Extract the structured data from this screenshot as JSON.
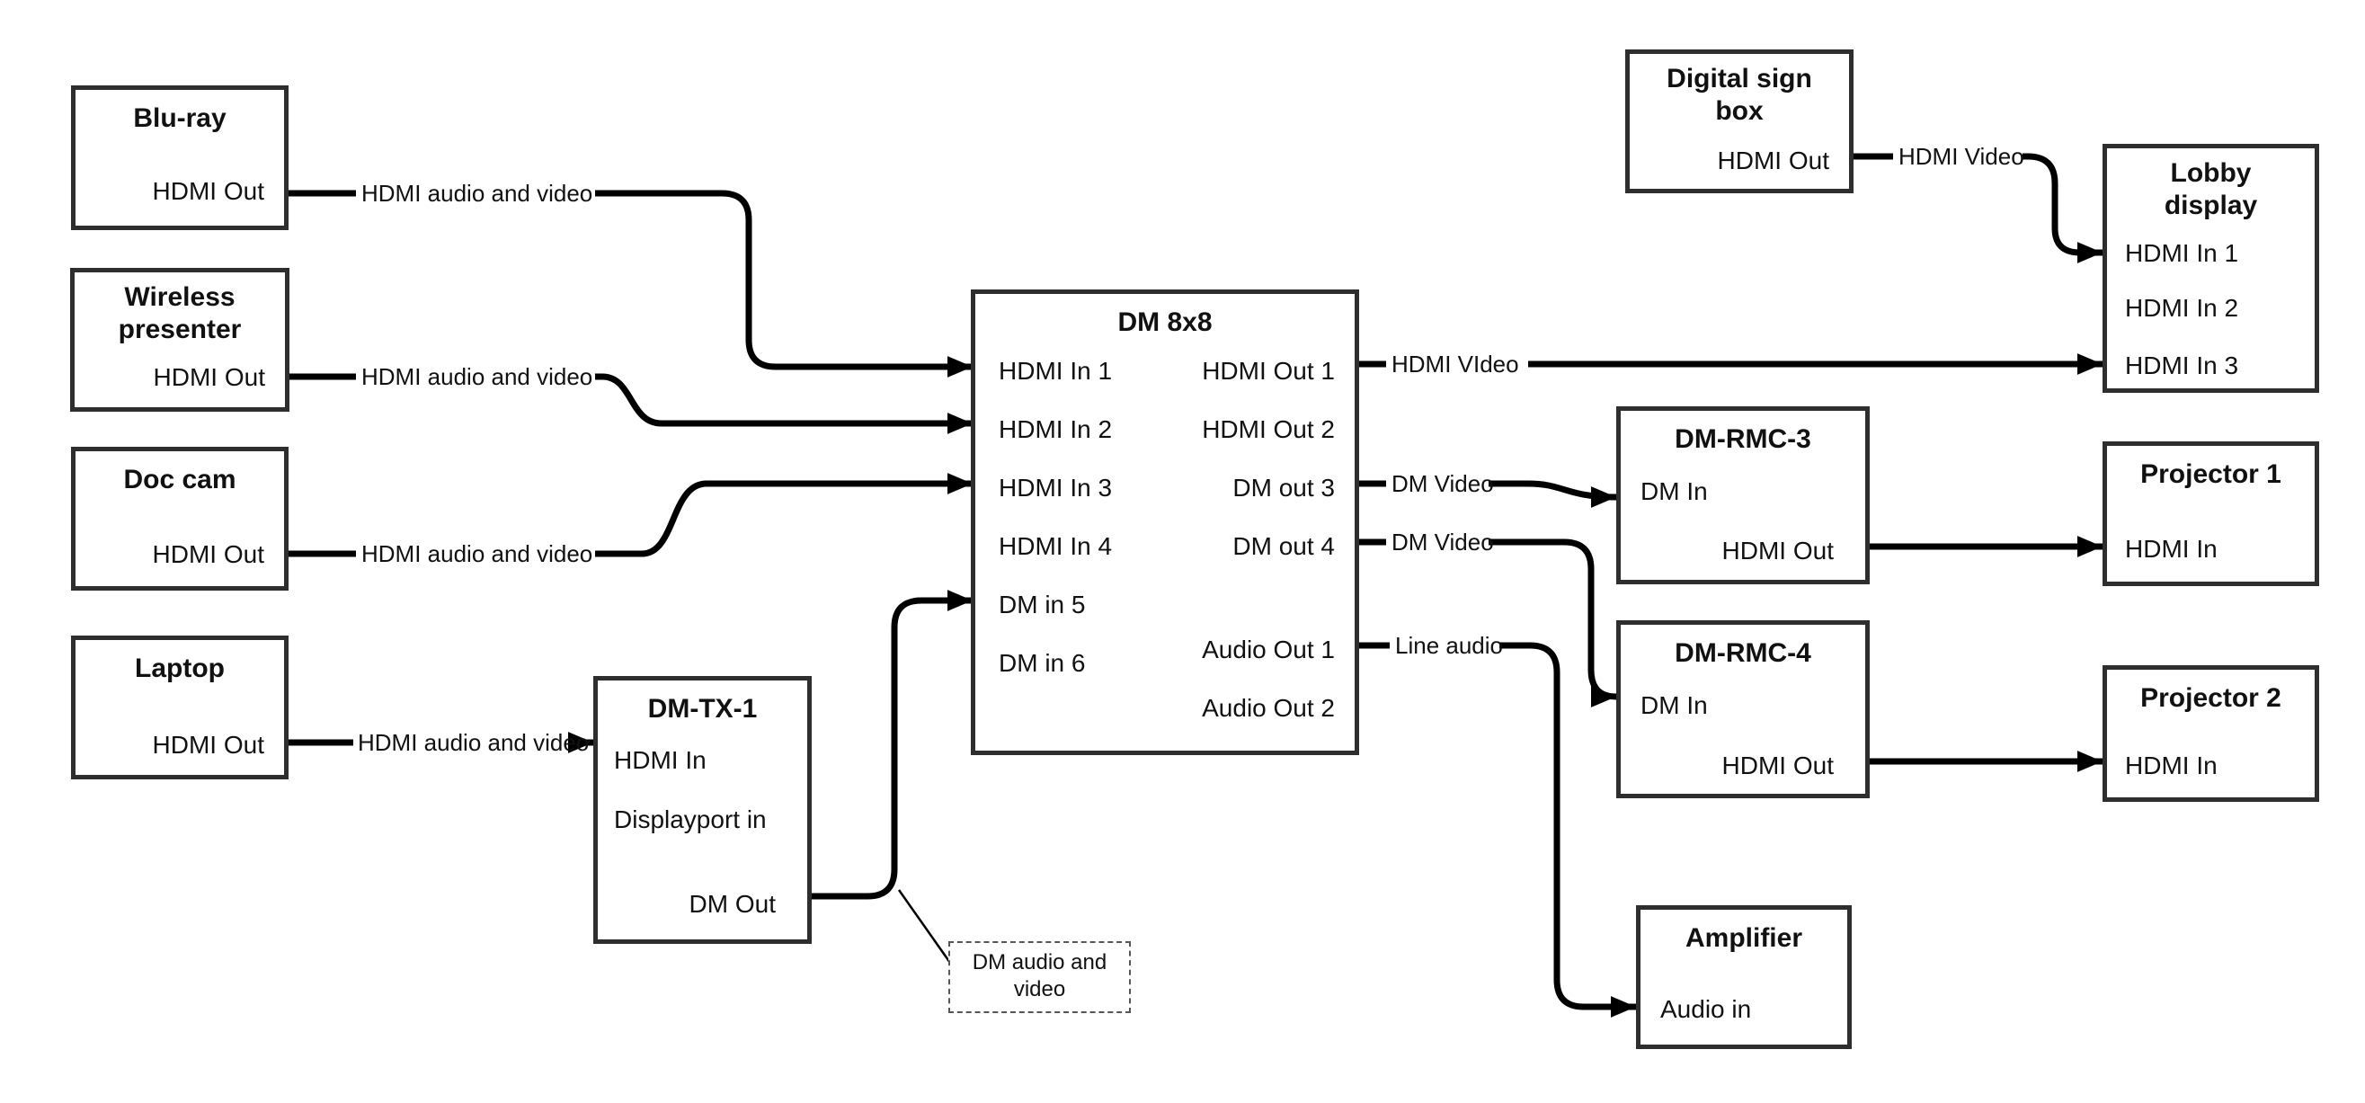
{
  "diagram_type": "av-signal-flow",
  "colors": {
    "wire": "#000000",
    "box_border": "#2e2e2e",
    "background": "#ffffff",
    "text": "#111111"
  },
  "nodes": [
    {
      "id": "bluray",
      "title": "Blu-ray",
      "ports": [
        {
          "label": "HDMI Out"
        }
      ]
    },
    {
      "id": "wireless",
      "title": "Wireless presenter",
      "ports": [
        {
          "label": "HDMI Out"
        }
      ]
    },
    {
      "id": "doccam",
      "title": "Doc cam",
      "ports": [
        {
          "label": "HDMI Out"
        }
      ]
    },
    {
      "id": "laptop",
      "title": "Laptop",
      "ports": [
        {
          "label": "HDMI Out"
        }
      ]
    },
    {
      "id": "dmtx1",
      "title": "DM-TX-1",
      "ports": [
        {
          "label": "HDMI In"
        },
        {
          "label": "Displayport in"
        },
        {
          "label": "DM Out"
        }
      ]
    },
    {
      "id": "dm8x8",
      "title": "DM 8x8",
      "ports": [
        {
          "label": "HDMI In 1"
        },
        {
          "label": "HDMI In 2"
        },
        {
          "label": "HDMI In 3"
        },
        {
          "label": "HDMI In 4"
        },
        {
          "label": "DM in 5"
        },
        {
          "label": "DM in 6"
        },
        {
          "label": "HDMI Out 1"
        },
        {
          "label": "HDMI Out 2"
        },
        {
          "label": "DM out 3"
        },
        {
          "label": "DM out 4"
        },
        {
          "label": "Audio Out 1"
        },
        {
          "label": "Audio Out 2"
        }
      ]
    },
    {
      "id": "digitalsign",
      "title": "Digital sign box",
      "ports": [
        {
          "label": "HDMI Out"
        }
      ]
    },
    {
      "id": "lobby",
      "title": "Lobby display",
      "ports": [
        {
          "label": "HDMI In 1"
        },
        {
          "label": "HDMI In 2"
        },
        {
          "label": "HDMI In 3"
        }
      ]
    },
    {
      "id": "dmrmc3",
      "title": "DM-RMC-3",
      "ports": [
        {
          "label": "DM In"
        },
        {
          "label": "HDMI Out"
        }
      ]
    },
    {
      "id": "proj1",
      "title": "Projector 1",
      "ports": [
        {
          "label": "HDMI In"
        }
      ]
    },
    {
      "id": "dmrmc4",
      "title": "DM-RMC-4",
      "ports": [
        {
          "label": "DM In"
        },
        {
          "label": "HDMI Out"
        }
      ]
    },
    {
      "id": "proj2",
      "title": "Projector 2",
      "ports": [
        {
          "label": "HDMI In"
        }
      ]
    },
    {
      "id": "amplifier",
      "title": "Amplifier",
      "ports": [
        {
          "label": "Audio in"
        }
      ]
    }
  ],
  "edges": [
    {
      "from": "Blu-ray HDMI Out",
      "to": "DM 8x8 HDMI In 1",
      "label": "HDMI audio and video"
    },
    {
      "from": "Wireless presenter HDMI Out",
      "to": "DM 8x8 HDMI In 2",
      "label": "HDMI audio and video"
    },
    {
      "from": "Doc cam HDMI Out",
      "to": "DM 8x8 HDMI In 3",
      "label": "HDMI audio and video"
    },
    {
      "from": "Laptop HDMI Out",
      "to": "DM-TX-1 HDMI In",
      "label": "HDMI audio and video"
    },
    {
      "from": "DM-TX-1 DM Out",
      "to": "DM 8x8 DM in 5",
      "label": ""
    },
    {
      "from": "DM 8x8 HDMI Out 1",
      "to": "Lobby display HDMI In 3",
      "label": "HDMI VIdeo"
    },
    {
      "from": "DM 8x8 DM out 3",
      "to": "DM-RMC-3 DM In",
      "label": "DM Video"
    },
    {
      "from": "DM 8x8 DM out 4",
      "to": "DM-RMC-4 DM In",
      "label": "DM Video"
    },
    {
      "from": "DM 8x8 Audio Out 1",
      "to": "Amplifier Audio in",
      "label": "Line audio"
    },
    {
      "from": "Digital sign box HDMI Out",
      "to": "Lobby display HDMI In 1",
      "label": "HDMI Video"
    },
    {
      "from": "DM-RMC-3 HDMI Out",
      "to": "Projector 1 HDMI In",
      "label": ""
    },
    {
      "from": "DM-RMC-4 HDMI Out",
      "to": "Projector 2 HDMI In",
      "label": ""
    }
  ],
  "note": {
    "text": "DM audio and video"
  }
}
